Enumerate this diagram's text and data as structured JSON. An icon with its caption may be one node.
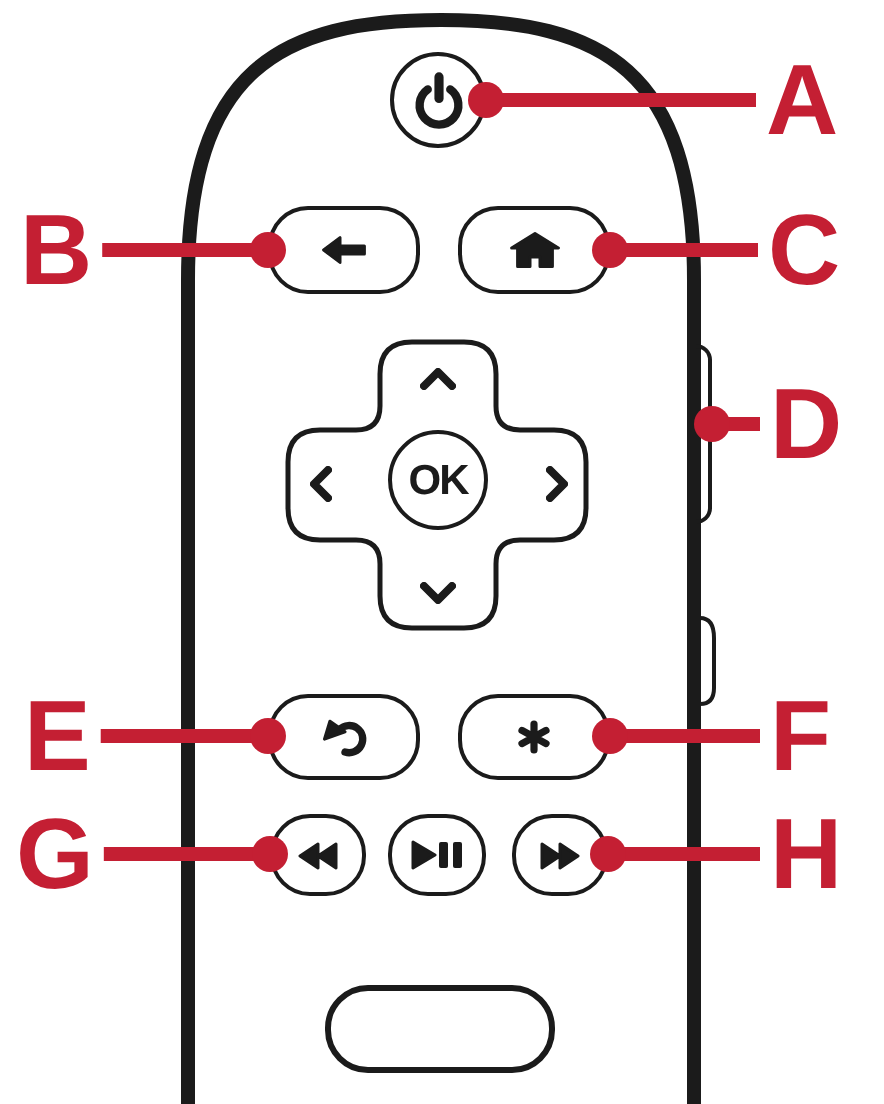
{
  "diagram": {
    "nodes": [
      {
        "text": [],
        "shape": "circle"
      },
      {
        "text": [
          "A"
        ]
      },
      {
        "text": [
          "B"
        ]
      },
      {
        "text": [],
        "shape": "box"
      },
      {
        "text": [],
        "shape": "box"
      },
      {
        "text": [
          "C"
        ]
      },
      {
        "text": [],
        "shape": "bar"
      },
      {
        "text": [
          "D"
        ]
      },
      {
        "text": [
          "OK"
        ]
      },
      {
        "text": [
          "E"
        ]
      },
      {
        "text": [],
        "shape": "box"
      },
      {
        "text": [],
        "shape": "box"
      },
      {
        "text": [
          "F"
        ]
      },
      {
        "text": [
          "G"
        ]
      },
      {
        "text": [],
        "shape": "box"
      },
      {
        "text": [],
        "shape": "box"
      },
      {
        "text": [],
        "shape": "box"
      },
      {
        "text": [
          "H"
        ]
      }
    ],
    "edges": [
      {
        "from": 1,
        "to": 0,
        "arrow": "other"
      },
      {
        "from": 2,
        "to": 3,
        "arrow": "other"
      },
      {
        "from": 5,
        "to": 4,
        "arrow": "other"
      },
      {
        "from": 7,
        "to": 6,
        "arrow": "other"
      },
      {
        "from": 9,
        "to": 10,
        "arrow": "other"
      },
      {
        "from": 12,
        "to": 11,
        "arrow": "other"
      },
      {
        "from": 13,
        "to": 14,
        "arrow": "other"
      },
      {
        "from": 17,
        "to": 16,
        "arrow": "other"
      }
    ]
  }
}
